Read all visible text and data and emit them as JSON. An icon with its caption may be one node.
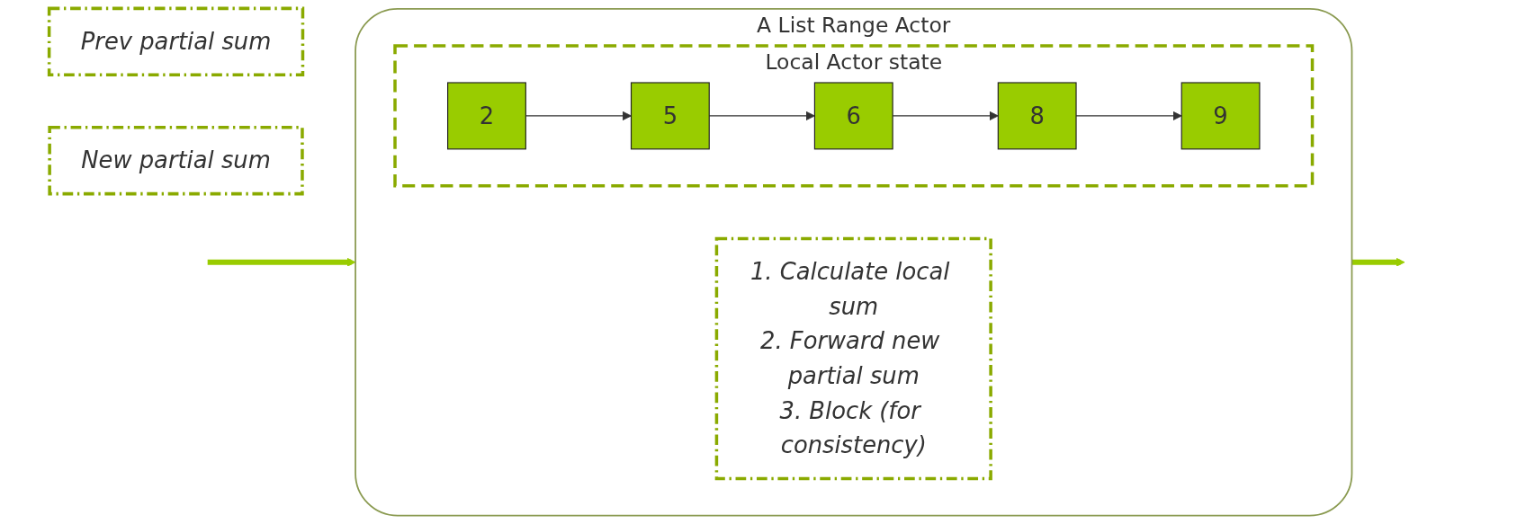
{
  "diagram": {
    "nodes": [
      {
        "text": [
          "Prev partial sum"
        ]
      },
      {
        "text": [
          "A List Range Actor"
        ]
      },
      {
        "text": [
          "Local Actor state"
        ],
        "in": 1
      },
      {
        "text": [
          "2"
        ],
        "in": 2
      },
      {
        "text": [
          "5"
        ],
        "in": 2
      },
      {
        "text": [
          "6"
        ],
        "in": 2
      },
      {
        "text": [
          "8"
        ],
        "in": 2
      },
      {
        "text": [
          "9"
        ],
        "in": 2
      },
      {
        "text": [
          "1. Calculate local sum",
          "2. Forward new partial sum",
          "3. Block (for consistency)"
        ],
        "in": 1
      },
      {
        "text": [
          "New partial sum"
        ]
      }
    ],
    "edges": [
      {
        "from": null,
        "to": 1,
        "arrow": "to",
        "style": "thick",
        "color": "#99cc00"
      },
      {
        "from": 3,
        "to": 4,
        "arrow": "to"
      },
      {
        "from": 4,
        "to": 5,
        "arrow": "to"
      },
      {
        "from": 5,
        "to": 6,
        "arrow": "to"
      },
      {
        "from": 6,
        "to": 7,
        "arrow": "to"
      },
      {
        "from": 1,
        "to": null,
        "arrow": "to",
        "style": "thick",
        "color": "#99cc00"
      }
    ]
  }
}
